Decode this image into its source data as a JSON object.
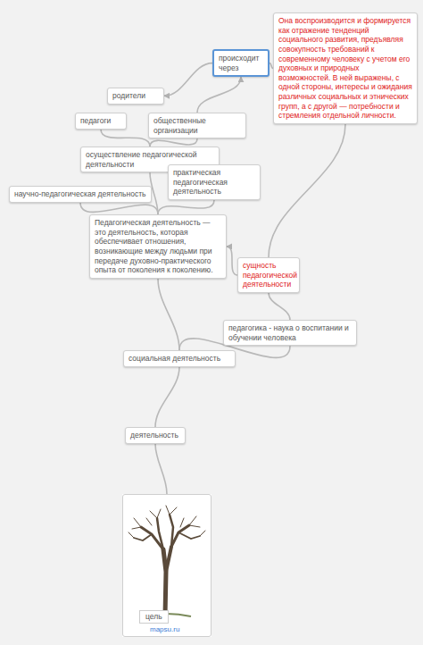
{
  "diagram": {
    "nodes": [
      {
        "text": [
          "Она воспроизводится и формируется как отражение тенденций социального развития, предъявляя совокупность требований к современному человеку с учетом его духовных и природных возможностей. В ней выражены, с одной стороны, интересы и ожидания различных социальных и этнических групп, а с другой — потребности и стремления отдельной личности."
        ]
      },
      {
        "text": [
          "происходит через"
        ]
      },
      {
        "text": [
          "родители"
        ]
      },
      {
        "text": [
          "педагоги"
        ]
      },
      {
        "text": [
          "общественные организации"
        ]
      },
      {
        "text": [
          "осуществление педагогической деятельности"
        ]
      },
      {
        "text": [
          "практическая педагогическая деятельность"
        ]
      },
      {
        "text": [
          "научно-педагогическая деятельность"
        ]
      },
      {
        "text": [
          "Педагогическая деятельность — это деятельность, которая обеспечивает отношения, возникающие между людьми при передаче духовно-практического опыта от поколения к поколению."
        ]
      },
      {
        "text": [
          "сущность педагогической деятельности"
        ]
      },
      {
        "text": [
          "педагогика - наука о воспитании и обучении человека"
        ]
      },
      {
        "text": [
          "социальная деятельность"
        ]
      },
      {
        "text": [
          "деятельность"
        ]
      },
      {
        "text": [
          "цель"
        ]
      }
    ],
    "edges": [
      {
        "from": 13,
        "to": 12,
        "arrow": "none"
      },
      {
        "from": 12,
        "to": 11,
        "arrow": "none"
      },
      {
        "from": 11,
        "to": 8,
        "arrow": "none"
      },
      {
        "from": 11,
        "to": 10,
        "arrow": "none"
      },
      {
        "from": 10,
        "to": 9,
        "arrow": "none"
      },
      {
        "from": 9,
        "to": 8,
        "arrow": "to"
      },
      {
        "from": 9,
        "to": 0,
        "arrow": "none"
      },
      {
        "from": 8,
        "to": 7,
        "arrow": "none"
      },
      {
        "from": 8,
        "to": 6,
        "arrow": "none"
      },
      {
        "from": 8,
        "to": 5,
        "arrow": "none"
      },
      {
        "from": 5,
        "to": 3,
        "arrow": "none"
      },
      {
        "from": 5,
        "to": 4,
        "arrow": "none"
      },
      {
        "from": 4,
        "to": 1,
        "arrow": "to"
      },
      {
        "from": 1,
        "to": 2,
        "arrow": "to"
      },
      {
        "from": 1,
        "to": 0,
        "arrow": "none"
      }
    ],
    "labels": [
      "mapsu.ru"
    ]
  }
}
